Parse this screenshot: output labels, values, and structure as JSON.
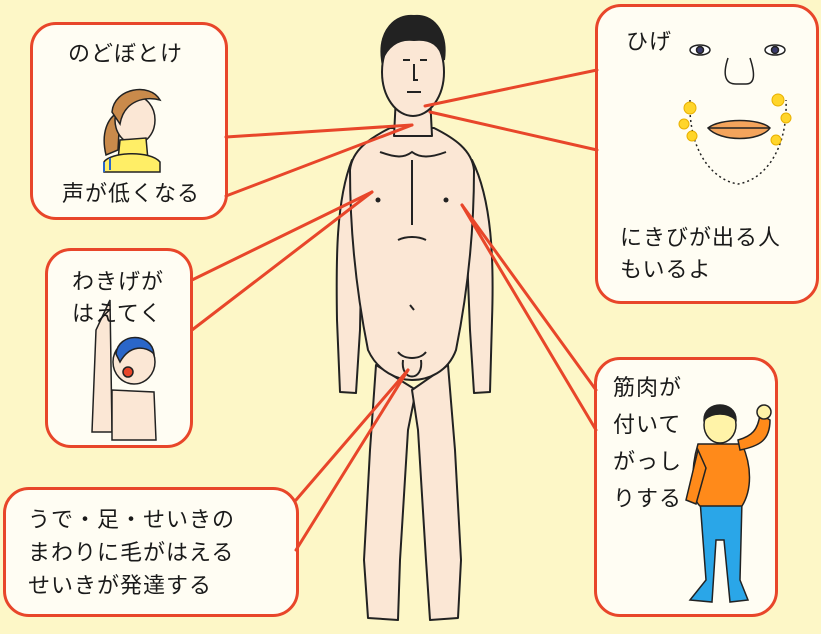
{
  "colors": {
    "background": "#fdf7c7",
    "bubble_border": "#e8462a",
    "skin": "#fbe7d5",
    "shirt": "#ff8a1a",
    "pants": "#2aa6e8"
  },
  "labels": {
    "throat": "のどぼとけ",
    "voice": "声が低くなる",
    "armpit_line1": "わきげが",
    "armpit_line2": "はえてく",
    "hair_line1": "うで・足・せいきの",
    "hair_line2": "まわりに毛がはえる",
    "hair_line3": "せいきが発達する",
    "beard": "ひげ",
    "acne_line1": "にきびが出る人",
    "acne_line2": "もいるよ",
    "muscle_line1": "筋肉が",
    "muscle_line2": "付いて",
    "muscle_line3": "がっし",
    "muscle_line4": "りする"
  }
}
